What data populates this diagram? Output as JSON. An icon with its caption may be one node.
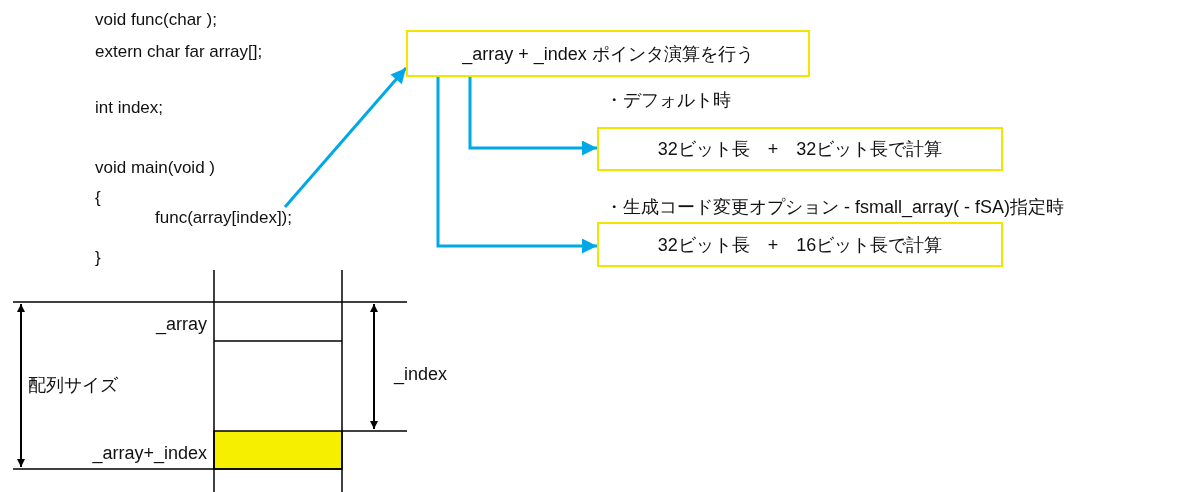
{
  "diagram": {
    "nodes": [
      {
        "text": [
          "func(array[index]);"
        ]
      },
      {
        "text": [
          "_array + _index ポインタ演算を行う"
        ]
      },
      {
        "text": [
          "32ビット長　+　32ビット長で計算"
        ],
        "beside": [
          "・デフォルト時"
        ]
      },
      {
        "text": [
          "32ビット長　+　16ビット長で計算"
        ],
        "beside": [
          "・生成コード変更オプション - fsmall_array( - fSA)指定時"
        ]
      }
    ],
    "edges": [
      {
        "from": 0,
        "to": 1,
        "arrow": "to"
      },
      {
        "from": 1,
        "to": 2,
        "arrow": "to"
      },
      {
        "from": 1,
        "to": 3,
        "arrow": "to"
      }
    ],
    "labels": [
      "void func(char );",
      "extern char far array[];",
      "int index;",
      "void main(void )",
      "{",
      "}",
      "_array",
      "配列サイズ",
      "_index",
      "_array+_index"
    ]
  }
}
